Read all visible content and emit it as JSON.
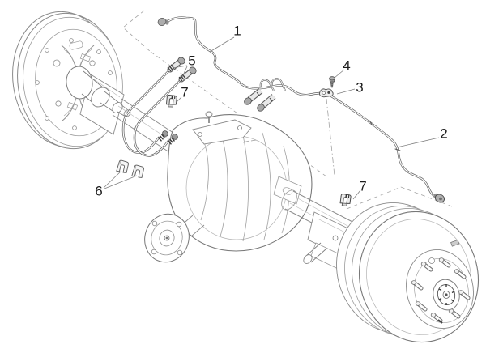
{
  "diagram": {
    "kind": "exploded-parts-line-drawing",
    "subject": "rear-axle-with-brake-pipes",
    "background_color": "#ffffff",
    "line_color": "#6e6e6e",
    "label_color": "#1c1c1c"
  },
  "callouts": [
    {
      "label": "1"
    },
    {
      "label": "2"
    },
    {
      "label": "3"
    },
    {
      "label": "4"
    },
    {
      "label": "5"
    },
    {
      "label": "6"
    },
    {
      "label": "7"
    },
    {
      "label": "7"
    }
  ]
}
